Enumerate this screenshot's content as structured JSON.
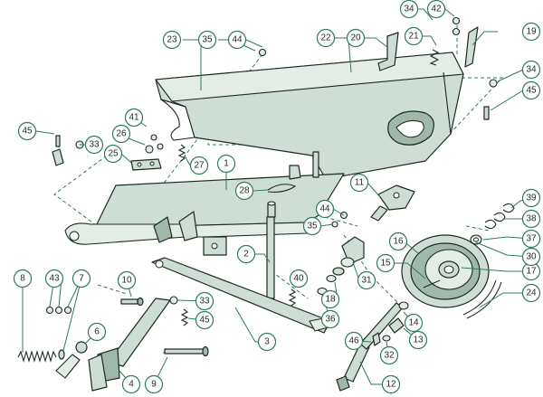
{
  "callouts": [
    {
      "id": "c1",
      "label": "1"
    },
    {
      "id": "c2",
      "label": "2"
    },
    {
      "id": "c3",
      "label": "3"
    },
    {
      "id": "c4",
      "label": "4"
    },
    {
      "id": "c6",
      "label": "6"
    },
    {
      "id": "c7",
      "label": "7"
    },
    {
      "id": "c8",
      "label": "8"
    },
    {
      "id": "c9",
      "label": "9"
    },
    {
      "id": "c10",
      "label": "10"
    },
    {
      "id": "c11",
      "label": "11"
    },
    {
      "id": "c12",
      "label": "12"
    },
    {
      "id": "c13",
      "label": "13"
    },
    {
      "id": "c14",
      "label": "14"
    },
    {
      "id": "c15",
      "label": "15"
    },
    {
      "id": "c16",
      "label": "16"
    },
    {
      "id": "c17",
      "label": "17"
    },
    {
      "id": "c18",
      "label": "18"
    },
    {
      "id": "c19",
      "label": "19"
    },
    {
      "id": "c20",
      "label": "20"
    },
    {
      "id": "c21",
      "label": "21"
    },
    {
      "id": "c22",
      "label": "22"
    },
    {
      "id": "c23",
      "label": "23"
    },
    {
      "id": "c24",
      "label": "24"
    },
    {
      "id": "c25",
      "label": "25"
    },
    {
      "id": "c26",
      "label": "26"
    },
    {
      "id": "c27",
      "label": "27"
    },
    {
      "id": "c28",
      "label": "28"
    },
    {
      "id": "c30",
      "label": "30"
    },
    {
      "id": "c31",
      "label": "31"
    },
    {
      "id": "c32",
      "label": "32"
    },
    {
      "id": "c33a",
      "label": "33"
    },
    {
      "id": "c33b",
      "label": "33"
    },
    {
      "id": "c34a",
      "label": "34"
    },
    {
      "id": "c34b",
      "label": "34"
    },
    {
      "id": "c35a",
      "label": "35"
    },
    {
      "id": "c35b",
      "label": "35"
    },
    {
      "id": "c36",
      "label": "36"
    },
    {
      "id": "c37",
      "label": "37"
    },
    {
      "id": "c38",
      "label": "38"
    },
    {
      "id": "c39",
      "label": "39"
    },
    {
      "id": "c40",
      "label": "40"
    },
    {
      "id": "c41",
      "label": "41"
    },
    {
      "id": "c42",
      "label": "42"
    },
    {
      "id": "c43",
      "label": "43"
    },
    {
      "id": "c44a",
      "label": "44"
    },
    {
      "id": "c44b",
      "label": "44"
    },
    {
      "id": "c45a",
      "label": "45"
    },
    {
      "id": "c45b",
      "label": "45"
    },
    {
      "id": "c45c",
      "label": "45"
    },
    {
      "id": "c46",
      "label": "46"
    }
  ]
}
